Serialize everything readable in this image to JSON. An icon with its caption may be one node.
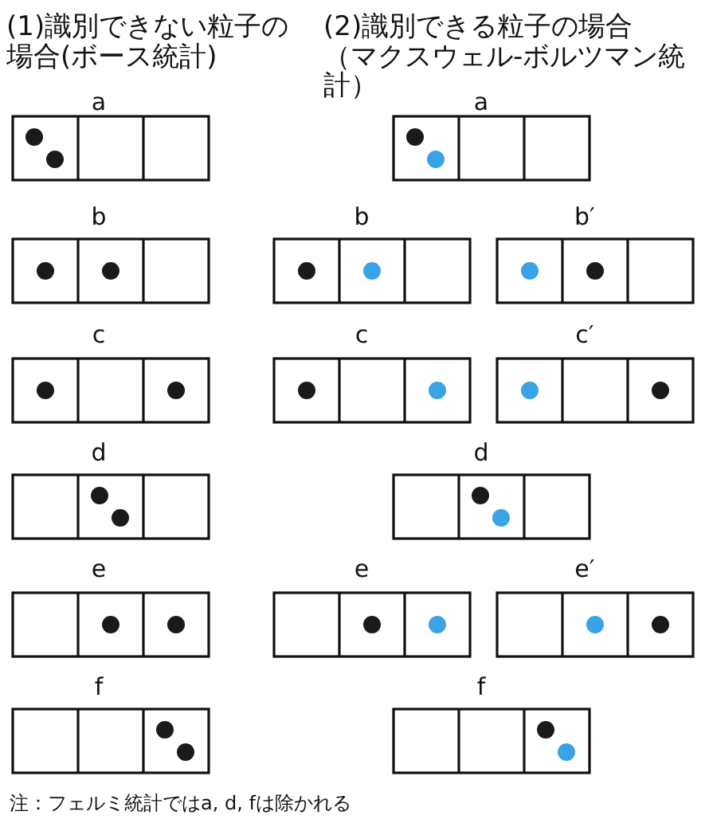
{
  "diagram": {
    "labels": [
      "(1)識別できない粒子の場合(ボース統計)",
      "(2)識別できる粒子の場合（マクスウェル-ボルツマン統計）",
      "a",
      "a",
      "b",
      "b",
      "b′",
      "c",
      "c",
      "c′",
      "d",
      "d",
      "e",
      "e",
      "e′",
      "f",
      "f",
      "注：フェルミ統計ではa, d, fは除かれる"
    ]
  }
}
